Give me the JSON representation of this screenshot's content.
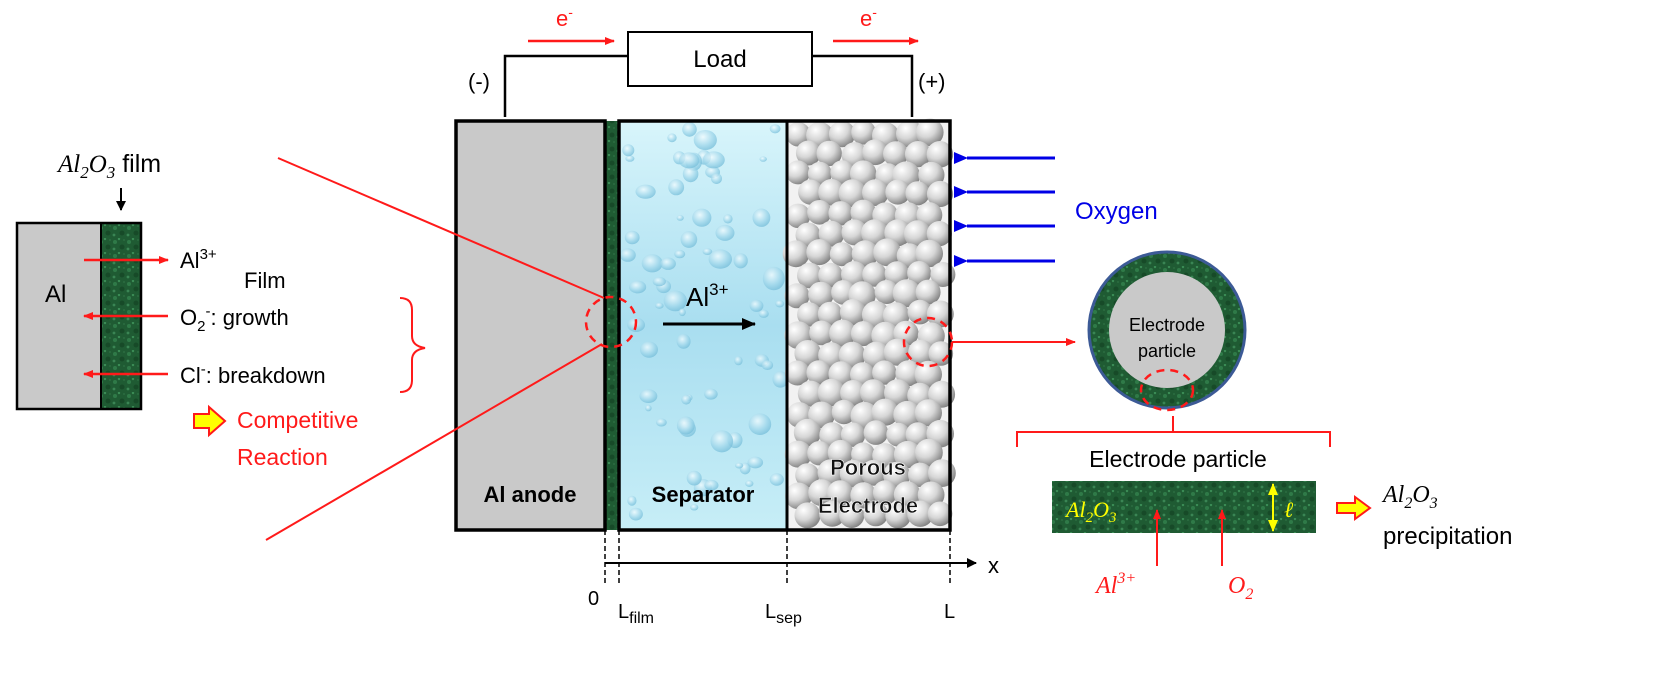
{
  "colors": {
    "red": "#ff1a1a",
    "blue": "#0000e6",
    "yellow": "#ffff00",
    "black": "#000000",
    "anode_gray": "#c8c8c8",
    "film_green": "#1e5a32",
    "separator_blue": "#bfe9f3",
    "particle_outline": "#3c5a96"
  },
  "circuit": {
    "load_label": "Load",
    "negative_terminal": "(-)",
    "positive_terminal": "(+)",
    "electron_left": "e",
    "electron_right": "e",
    "electron_superscript": "-"
  },
  "cell": {
    "anode_label": "Al anode",
    "separator_label": "Separator",
    "ion_label": "Al",
    "ion_charge": "3+",
    "porous_label_line1": "Porous",
    "porous_label_line2": "Electrode",
    "oxygen_label": "Oxygen"
  },
  "axis": {
    "x_label": "x",
    "tick_zero": "0",
    "tick_film": "L",
    "tick_film_sub": "film",
    "tick_sep": "L",
    "tick_sep_sub": "sep",
    "tick_L": "L"
  },
  "film_inset": {
    "film_title_main": "Al",
    "film_title_sub1": "2",
    "film_title_o": "O",
    "film_title_sub2": "3",
    "film_title_suffix": " film",
    "metal_label": "Al",
    "ion_out": "Al",
    "ion_out_charge": "3+",
    "film_word": "Film",
    "o2_label": "O",
    "o2_sub": "2",
    "o2_charge": "-",
    "growth_label": ": growth",
    "cl_label": "Cl",
    "cl_charge": "-",
    "breakdown_label": ": breakdown",
    "competitive_line1": "Competitive",
    "competitive_line2": "Reaction"
  },
  "particle_inset": {
    "particle_line1": "Electrode",
    "particle_line2": "particle",
    "strip_title": "Electrode particle",
    "strip_oxide_main": "Al",
    "strip_oxide_sub1": "2",
    "strip_oxide_o": "O",
    "strip_oxide_sub2": "3",
    "thickness_symbol": "ℓ",
    "reactant_al": "Al",
    "reactant_al_charge": "3+",
    "reactant_o": "O",
    "reactant_o_sub": "2",
    "precip_main": "Al",
    "precip_sub1": "2",
    "precip_o": "O",
    "precip_sub2": "3",
    "precip_word": "precipitation"
  }
}
